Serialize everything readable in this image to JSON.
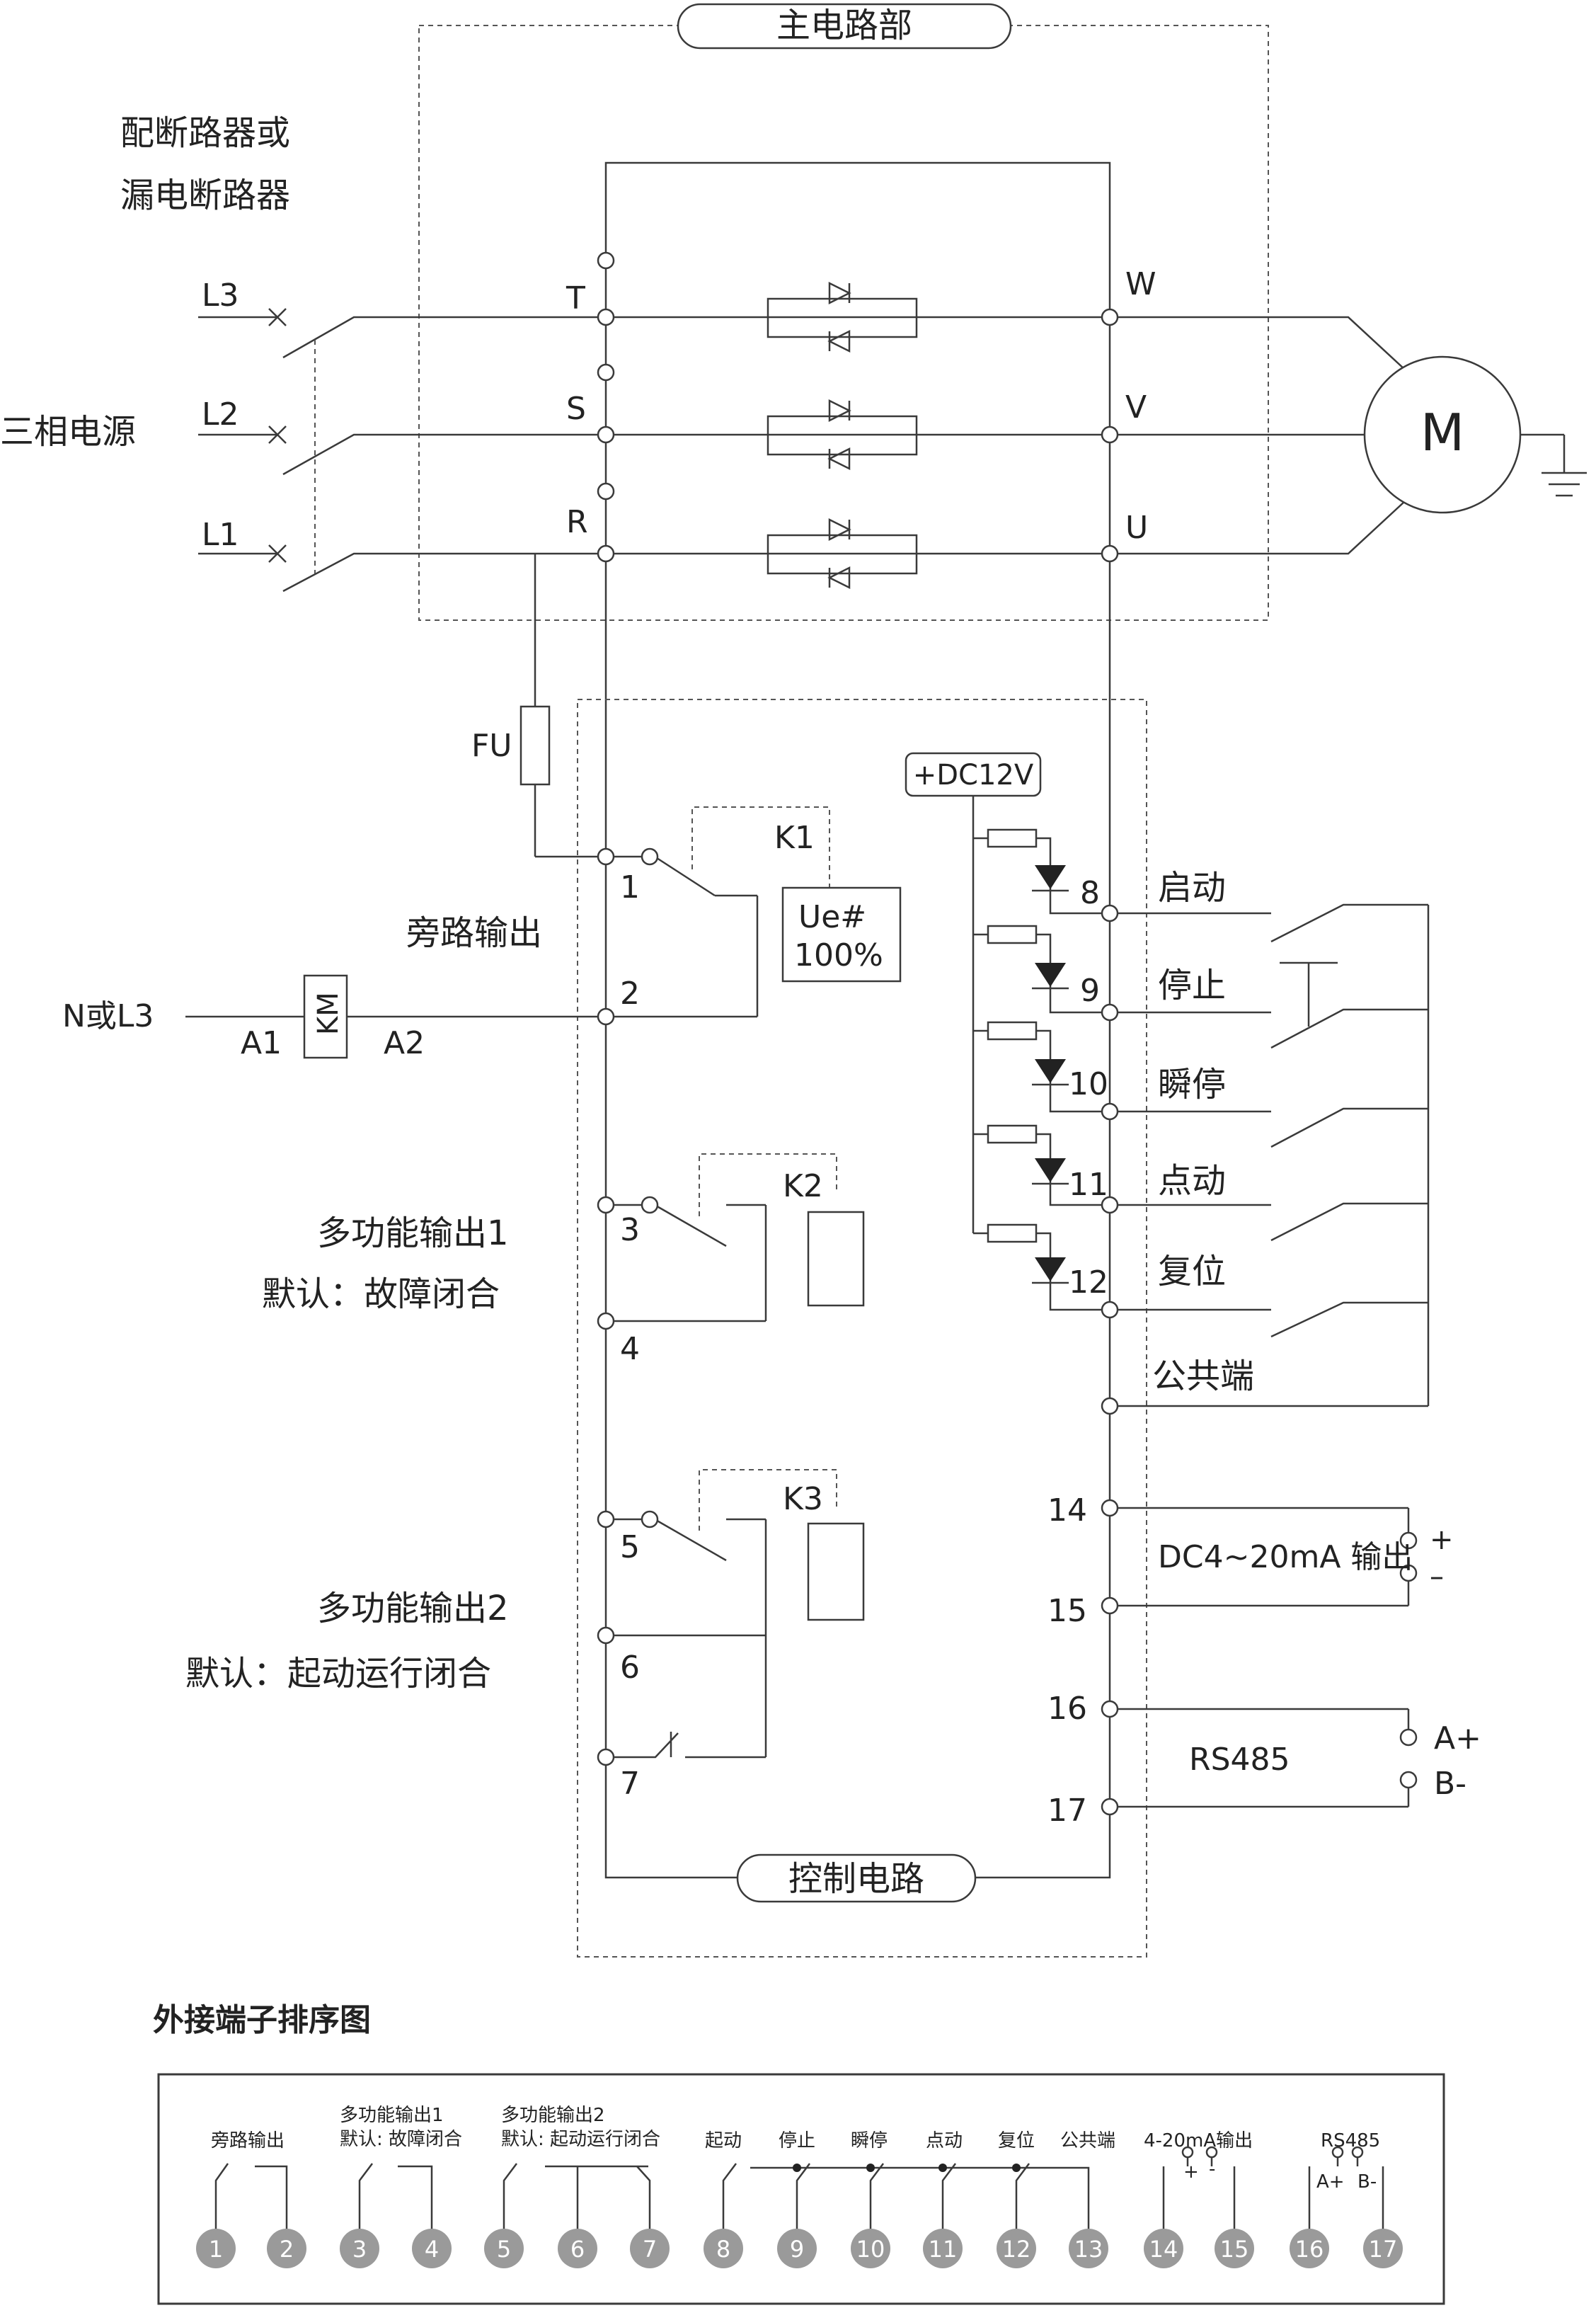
{
  "main": {
    "title": "主电路部",
    "breaker_line1": "配断路器或",
    "breaker_line2": "漏电断路器",
    "power_label": "三相电源",
    "phases": [
      "L3",
      "L2",
      "L1"
    ],
    "input_terminals": [
      "T",
      "S",
      "R"
    ],
    "output_terminals": [
      "W",
      "V",
      "U"
    ],
    "motor": "M"
  },
  "control": {
    "title": "控制电路",
    "fuse": "FU",
    "dc": "+DC12V",
    "k1": "K1",
    "k2": "K2",
    "k3": "K3",
    "ue_line1": "Ue#",
    "ue_line2": "100%",
    "bypass_label": "旁路输出",
    "n_label": "N或L3",
    "a1": "A1",
    "a2": "A2",
    "km": "KM",
    "mf1_line1": "多功能输出1",
    "mf1_line2": "默认：故障闭合",
    "mf2_line1": "多功能输出2",
    "mf2_line2": "默认：起动运行闭合",
    "left_terminals": [
      "1",
      "2",
      "3",
      "4",
      "5",
      "6",
      "7"
    ],
    "right_terminals": [
      "8",
      "9",
      "10",
      "11",
      "12"
    ],
    "inputs": [
      "启动",
      "停止",
      "瞬停",
      "点动",
      "复位",
      "公共端"
    ],
    "t14": "14",
    "t15": "15",
    "t16": "16",
    "t17": "17",
    "analog_label": "DC4~20mA 输出",
    "plus": "+",
    "minus": "–",
    "rs485": "RS485",
    "a_plus": "A+",
    "b_minus": "B-"
  },
  "strip": {
    "title": "外接端子排序图",
    "bypass": "旁路输出",
    "mf1_line1": "多功能输出1",
    "mf1_line2": "默认: 故障闭合",
    "mf2_line1": "多功能输出2",
    "mf2_line2": "默认: 起动运行闭合",
    "start": "起动",
    "stop": "停止",
    "instant_stop": "瞬停",
    "jog": "点动",
    "reset": "复位",
    "common": "公共端",
    "analog": "4-20mA输出",
    "plus": "+",
    "minus": "-",
    "rs485": "RS485",
    "a_plus": "A+",
    "b_minus": "B-",
    "terminals": [
      "1",
      "2",
      "3",
      "4",
      "5",
      "6",
      "7",
      "8",
      "9",
      "10",
      "11",
      "12",
      "13",
      "14",
      "15",
      "16",
      "17"
    ]
  }
}
